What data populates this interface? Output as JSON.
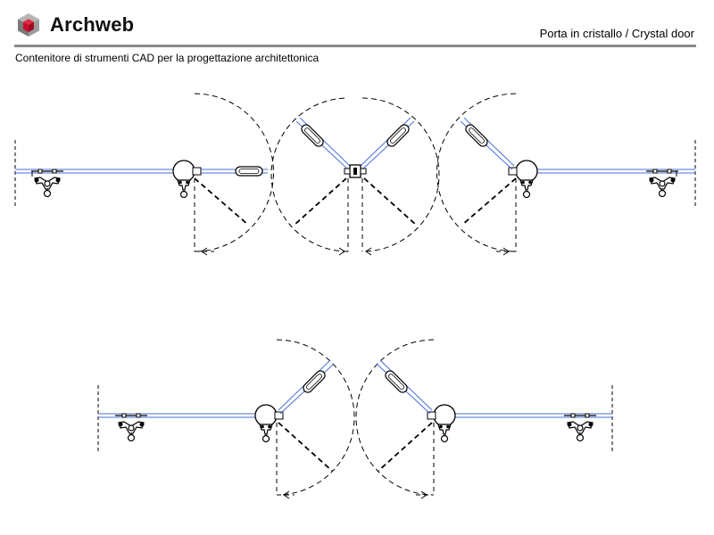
{
  "brand": {
    "name": "Archweb",
    "colors": {
      "cube_red": "#c8102e",
      "cube_grey": "#8c8c8c",
      "glass_blue": "#4a6fd6"
    }
  },
  "header": {
    "title": "Porta in cristallo  /  Crystal door",
    "subtitle": "Contenitore di strumenti CAD per la progettazione architettonica"
  },
  "drawing": {
    "type": "cad-plan",
    "elements": [
      "glass-wall",
      "pivot-hinge",
      "door-leaf",
      "swing-arc",
      "spider-fitting",
      "door-handle"
    ]
  }
}
